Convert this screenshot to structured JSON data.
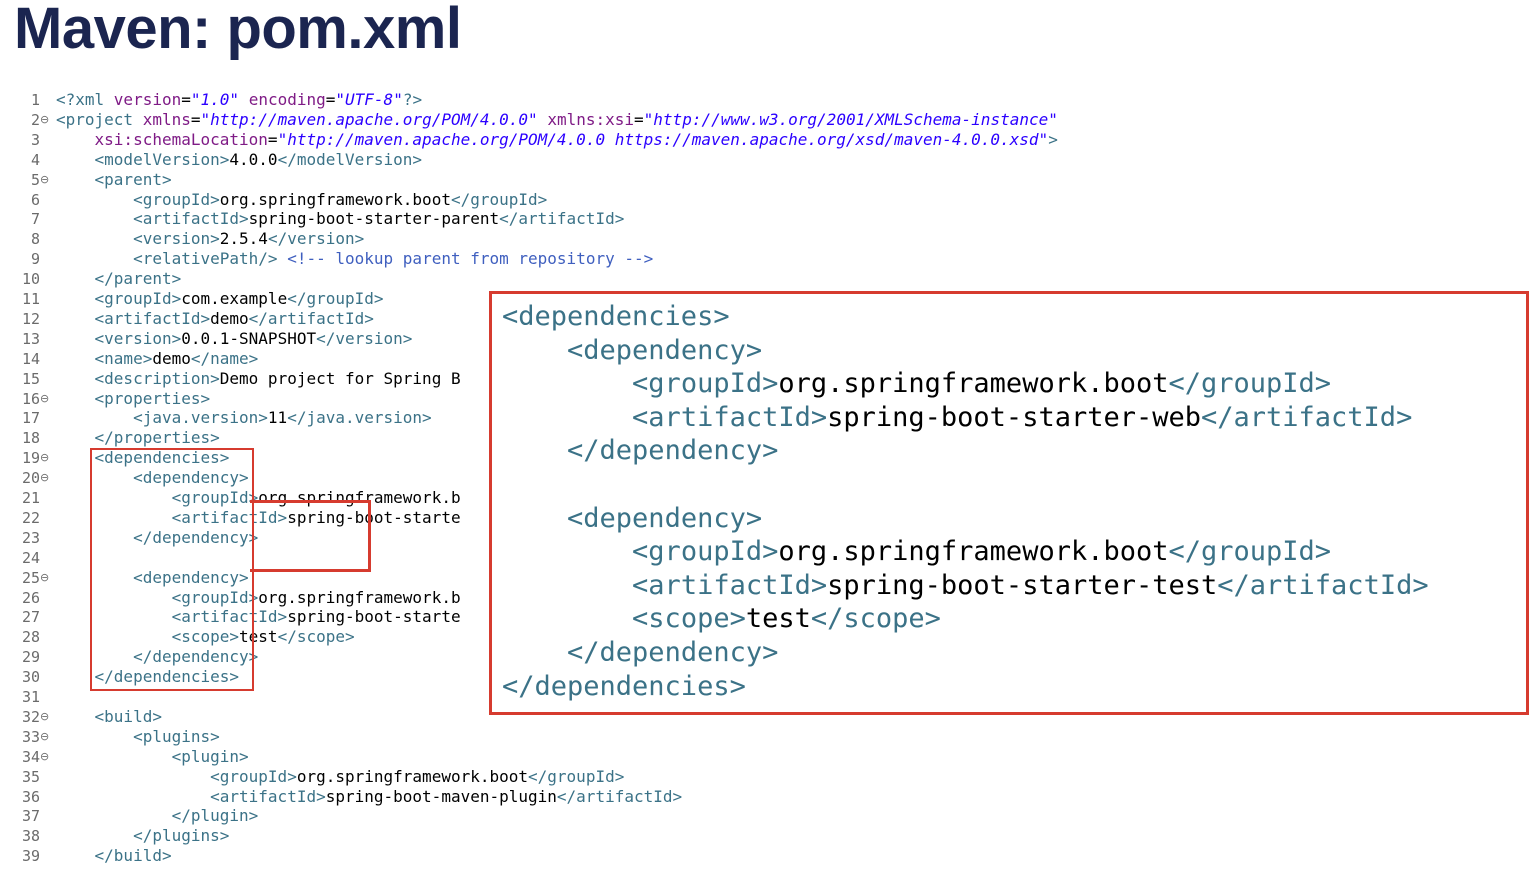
{
  "title": "Maven: pom.xml",
  "colors": {
    "title": "#1b2550",
    "tag": "#3b7287",
    "attribute": "#7f1b86",
    "string": "#2b00ff",
    "comment": "#3f5fbf",
    "highlight_border": "#d63b2f"
  },
  "editor": {
    "fold_icon": "⊖",
    "lines": [
      {
        "n": "1",
        "fold": false,
        "segs": [
          [
            "pi",
            "<?xml "
          ],
          [
            "at",
            "version"
          ],
          [
            "bk",
            "="
          ],
          [
            "st",
            "\"1.0\""
          ],
          [
            "bk",
            " "
          ],
          [
            "at",
            "encoding"
          ],
          [
            "bk",
            "="
          ],
          [
            "st",
            "\"UTF-8\""
          ],
          [
            "pi",
            "?>"
          ]
        ]
      },
      {
        "n": "2",
        "fold": true,
        "segs": [
          [
            "tg",
            "<project "
          ],
          [
            "at",
            "xmlns"
          ],
          [
            "bk",
            "="
          ],
          [
            "st",
            "\"http://maven.apache.org/POM/4.0.0\""
          ],
          [
            "bk",
            " "
          ],
          [
            "at",
            "xmlns:xsi"
          ],
          [
            "bk",
            "="
          ],
          [
            "st",
            "\"http://www.w3.org/2001/XMLSchema-instance\""
          ]
        ]
      },
      {
        "n": "3",
        "fold": false,
        "segs": [
          [
            "bk",
            "    "
          ],
          [
            "at",
            "xsi:schemaLocation"
          ],
          [
            "bk",
            "="
          ],
          [
            "st",
            "\"http://maven.apache.org/POM/4.0.0 https://maven.apache.org/xsd/maven-4.0.0.xsd\""
          ],
          [
            "tg",
            ">"
          ]
        ]
      },
      {
        "n": "4",
        "fold": false,
        "segs": [
          [
            "bk",
            "    "
          ],
          [
            "tg",
            "<modelVersion>"
          ],
          [
            "bk",
            "4.0.0"
          ],
          [
            "tg",
            "</modelVersion>"
          ]
        ]
      },
      {
        "n": "5",
        "fold": true,
        "segs": [
          [
            "bk",
            "    "
          ],
          [
            "tg",
            "<parent>"
          ]
        ]
      },
      {
        "n": "6",
        "fold": false,
        "segs": [
          [
            "bk",
            "        "
          ],
          [
            "tg",
            "<groupId>"
          ],
          [
            "bk",
            "org.springframework.boot"
          ],
          [
            "tg",
            "</groupId>"
          ]
        ]
      },
      {
        "n": "7",
        "fold": false,
        "segs": [
          [
            "bk",
            "        "
          ],
          [
            "tg",
            "<artifactId>"
          ],
          [
            "bk",
            "spring-boot-starter-parent"
          ],
          [
            "tg",
            "</artifactId>"
          ]
        ]
      },
      {
        "n": "8",
        "fold": false,
        "segs": [
          [
            "bk",
            "        "
          ],
          [
            "tg",
            "<version>"
          ],
          [
            "bk",
            "2.5.4"
          ],
          [
            "tg",
            "</version>"
          ]
        ]
      },
      {
        "n": "9",
        "fold": false,
        "segs": [
          [
            "bk",
            "        "
          ],
          [
            "tg",
            "<relativePath/>"
          ],
          [
            "bk",
            " "
          ],
          [
            "cm",
            "<!-- lookup parent from repository -->"
          ]
        ]
      },
      {
        "n": "10",
        "fold": false,
        "segs": [
          [
            "bk",
            "    "
          ],
          [
            "tg",
            "</parent>"
          ]
        ]
      },
      {
        "n": "11",
        "fold": false,
        "segs": [
          [
            "bk",
            "    "
          ],
          [
            "tg",
            "<groupId>"
          ],
          [
            "bk",
            "com.example"
          ],
          [
            "tg",
            "</groupId>"
          ]
        ]
      },
      {
        "n": "12",
        "fold": false,
        "segs": [
          [
            "bk",
            "    "
          ],
          [
            "tg",
            "<artifactId>"
          ],
          [
            "bk",
            "demo"
          ],
          [
            "tg",
            "</artifactId>"
          ]
        ]
      },
      {
        "n": "13",
        "fold": false,
        "segs": [
          [
            "bk",
            "    "
          ],
          [
            "tg",
            "<version>"
          ],
          [
            "bk",
            "0.0.1-SNAPSHOT"
          ],
          [
            "tg",
            "</version>"
          ]
        ]
      },
      {
        "n": "14",
        "fold": false,
        "segs": [
          [
            "bk",
            "    "
          ],
          [
            "tg",
            "<name>"
          ],
          [
            "bk",
            "demo"
          ],
          [
            "tg",
            "</name>"
          ]
        ]
      },
      {
        "n": "15",
        "fold": false,
        "segs": [
          [
            "bk",
            "    "
          ],
          [
            "tg",
            "<description>"
          ],
          [
            "bk",
            "Demo project for Spring B"
          ]
        ]
      },
      {
        "n": "16",
        "fold": true,
        "segs": [
          [
            "bk",
            "    "
          ],
          [
            "tg",
            "<properties>"
          ]
        ]
      },
      {
        "n": "17",
        "fold": false,
        "segs": [
          [
            "bk",
            "        "
          ],
          [
            "tg",
            "<java.version>"
          ],
          [
            "bk",
            "11"
          ],
          [
            "tg",
            "</java.version>"
          ]
        ]
      },
      {
        "n": "18",
        "fold": false,
        "segs": [
          [
            "bk",
            "    "
          ],
          [
            "tg",
            "</properties>"
          ]
        ]
      },
      {
        "n": "19",
        "fold": true,
        "segs": [
          [
            "bk",
            "    "
          ],
          [
            "tg",
            "<dependencies>"
          ]
        ]
      },
      {
        "n": "20",
        "fold": true,
        "segs": [
          [
            "bk",
            "        "
          ],
          [
            "tg",
            "<dependency>"
          ]
        ]
      },
      {
        "n": "21",
        "fold": false,
        "segs": [
          [
            "bk",
            "            "
          ],
          [
            "tg",
            "<groupId>"
          ],
          [
            "bk",
            "org.springframework.b"
          ]
        ]
      },
      {
        "n": "22",
        "fold": false,
        "segs": [
          [
            "bk",
            "            "
          ],
          [
            "tg",
            "<artifactId>"
          ],
          [
            "bk",
            "spring-boot-starte"
          ]
        ]
      },
      {
        "n": "23",
        "fold": false,
        "segs": [
          [
            "bk",
            "        "
          ],
          [
            "tg",
            "</dependency>"
          ]
        ]
      },
      {
        "n": "24",
        "fold": false,
        "segs": []
      },
      {
        "n": "25",
        "fold": true,
        "segs": [
          [
            "bk",
            "        "
          ],
          [
            "tg",
            "<dependency>"
          ]
        ]
      },
      {
        "n": "26",
        "fold": false,
        "segs": [
          [
            "bk",
            "            "
          ],
          [
            "tg",
            "<groupId>"
          ],
          [
            "bk",
            "org.springframework.b"
          ]
        ]
      },
      {
        "n": "27",
        "fold": false,
        "segs": [
          [
            "bk",
            "            "
          ],
          [
            "tg",
            "<artifactId>"
          ],
          [
            "bk",
            "spring-boot-starte"
          ]
        ]
      },
      {
        "n": "28",
        "fold": false,
        "segs": [
          [
            "bk",
            "            "
          ],
          [
            "tg",
            "<scope>"
          ],
          [
            "bk",
            "test"
          ],
          [
            "tg",
            "</scope>"
          ]
        ]
      },
      {
        "n": "29",
        "fold": false,
        "segs": [
          [
            "bk",
            "        "
          ],
          [
            "tg",
            "</dependency>"
          ]
        ]
      },
      {
        "n": "30",
        "fold": false,
        "segs": [
          [
            "bk",
            "    "
          ],
          [
            "tg",
            "</dependencies>"
          ]
        ]
      },
      {
        "n": "31",
        "fold": false,
        "segs": []
      },
      {
        "n": "32",
        "fold": true,
        "segs": [
          [
            "bk",
            "    "
          ],
          [
            "tg",
            "<build>"
          ]
        ]
      },
      {
        "n": "33",
        "fold": true,
        "segs": [
          [
            "bk",
            "        "
          ],
          [
            "tg",
            "<plugins>"
          ]
        ]
      },
      {
        "n": "34",
        "fold": true,
        "segs": [
          [
            "bk",
            "            "
          ],
          [
            "tg",
            "<plugin>"
          ]
        ]
      },
      {
        "n": "35",
        "fold": false,
        "segs": [
          [
            "bk",
            "                "
          ],
          [
            "tg",
            "<groupId>"
          ],
          [
            "bk",
            "org.springframework.boot"
          ],
          [
            "tg",
            "</groupId>"
          ]
        ]
      },
      {
        "n": "36",
        "fold": false,
        "segs": [
          [
            "bk",
            "                "
          ],
          [
            "tg",
            "<artifactId>"
          ],
          [
            "bk",
            "spring-boot-maven-plugin"
          ],
          [
            "tg",
            "</artifactId>"
          ]
        ]
      },
      {
        "n": "37",
        "fold": false,
        "segs": [
          [
            "bk",
            "            "
          ],
          [
            "tg",
            "</plugin>"
          ]
        ]
      },
      {
        "n": "38",
        "fold": false,
        "segs": [
          [
            "bk",
            "        "
          ],
          [
            "tg",
            "</plugins>"
          ]
        ]
      },
      {
        "n": "39",
        "fold": false,
        "segs": [
          [
            "bk",
            "    "
          ],
          [
            "tg",
            "</build>"
          ]
        ]
      }
    ]
  },
  "zoom": {
    "lines": [
      [
        [
          "tg",
          "<dependencies>"
        ]
      ],
      [
        [
          "bk",
          "    "
        ],
        [
          "tg",
          "<dependency>"
        ]
      ],
      [
        [
          "bk",
          "        "
        ],
        [
          "tg",
          "<groupId>"
        ],
        [
          "bk",
          "org.springframework.boot"
        ],
        [
          "tg",
          "</groupId>"
        ]
      ],
      [
        [
          "bk",
          "        "
        ],
        [
          "tg",
          "<artifactId>"
        ],
        [
          "bk",
          "spring-boot-starter-web"
        ],
        [
          "tg",
          "</artifactId>"
        ]
      ],
      [
        [
          "bk",
          "    "
        ],
        [
          "tg",
          "</dependency>"
        ]
      ],
      [],
      [
        [
          "bk",
          "    "
        ],
        [
          "tg",
          "<dependency>"
        ]
      ],
      [
        [
          "bk",
          "        "
        ],
        [
          "tg",
          "<groupId>"
        ],
        [
          "bk",
          "org.springframework.boot"
        ],
        [
          "tg",
          "</groupId>"
        ]
      ],
      [
        [
          "bk",
          "        "
        ],
        [
          "tg",
          "<artifactId>"
        ],
        [
          "bk",
          "spring-boot-starter-test"
        ],
        [
          "tg",
          "</artifactId>"
        ]
      ],
      [
        [
          "bk",
          "        "
        ],
        [
          "tg",
          "<scope>"
        ],
        [
          "bk",
          "test"
        ],
        [
          "tg",
          "</scope>"
        ]
      ],
      [
        [
          "bk",
          "    "
        ],
        [
          "tg",
          "</dependency>"
        ]
      ],
      [
        [
          "tg",
          "</dependencies>"
        ]
      ]
    ]
  }
}
